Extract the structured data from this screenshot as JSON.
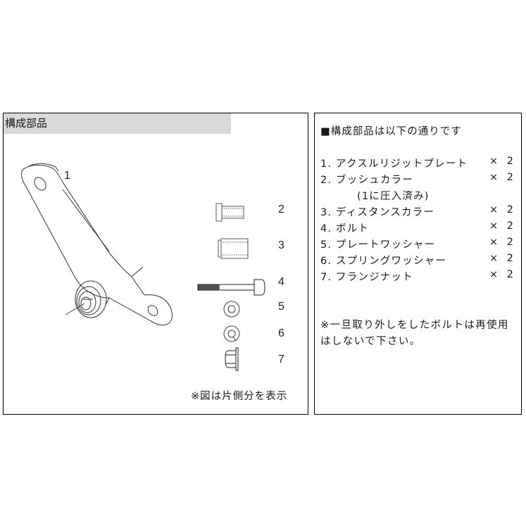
{
  "left_panel": {
    "title": "構成部品",
    "part_labels": [
      "1",
      "2",
      "3",
      "4",
      "5",
      "6",
      "7"
    ],
    "note": "※図は片側分を表示"
  },
  "right_panel": {
    "title": "■構成部品は以下の通りです",
    "items": [
      {
        "label": "1. アクスルリジットプレート",
        "qty": "× 2"
      },
      {
        "label": "2. ブッシュカラー",
        "qty": "× 2"
      },
      {
        "label": "(1に圧入済み)",
        "qty": ""
      },
      {
        "label": "3. ディスタンスカラー",
        "qty": "× 2"
      },
      {
        "label": "4. ボルト",
        "qty": "× 2"
      },
      {
        "label": "5. プレートワッシャー",
        "qty": "× 2"
      },
      {
        "label": "6. スプリングワッシャー",
        "qty": "× 2"
      },
      {
        "label": "7. フランジナット",
        "qty": "× 2"
      }
    ],
    "note_line1": "※一旦取り外しをしたボルトは再使用",
    "note_line2": "はしないで下さい。"
  },
  "colors": {
    "title_bg": "#d9d9d9",
    "border": "#000000",
    "line": "#333333"
  }
}
